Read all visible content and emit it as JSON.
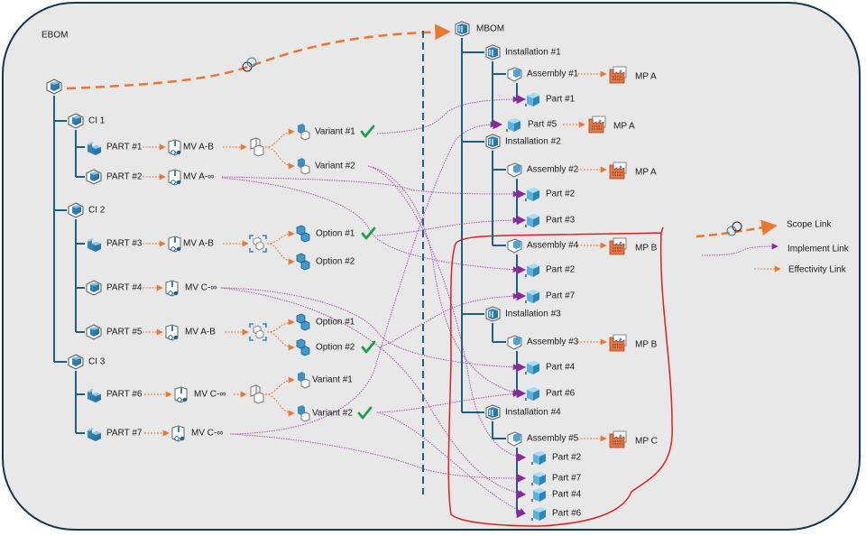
{
  "ebom": {
    "title": "EBOM",
    "root_icon": "product-icon",
    "groups": [
      {
        "label": "CI 1",
        "parts": [
          {
            "label": "PART #1",
            "part_icon": "solid-part-icon",
            "mv_label": "MV A-B",
            "selector": "variant-group-icon",
            "choices": [
              {
                "label": "Variant #1",
                "checked": true
              },
              {
                "label": "Variant #2",
                "checked": false
              }
            ]
          },
          {
            "label": "PART #2",
            "part_icon": "product-icon",
            "mv_label": "MV A-∞",
            "selector": null,
            "choices": []
          }
        ]
      },
      {
        "label": "CI 2",
        "parts": [
          {
            "label": "PART #3",
            "part_icon": "solid-part-icon",
            "mv_label": "MV A-B",
            "selector": "option-group-icon",
            "choices": [
              {
                "label": "Option #1",
                "checked": true
              },
              {
                "label": "Option #2",
                "checked": false
              }
            ]
          },
          {
            "label": "PART #4",
            "part_icon": "product-icon",
            "mv_label": "MV C-∞",
            "selector": null,
            "choices": []
          },
          {
            "label": "PART #5",
            "part_icon": "product-icon",
            "mv_label": "MV A-B",
            "selector": "option-group-icon",
            "choices": [
              {
                "label": "Option #1",
                "checked": false
              },
              {
                "label": "Option #2",
                "checked": true
              }
            ]
          }
        ]
      },
      {
        "label": "CI 3",
        "parts": [
          {
            "label": "PART #6",
            "part_icon": "solid-part-icon",
            "mv_label": "MV C-∞",
            "selector": "variant-group-icon",
            "choices": [
              {
                "label": "Variant #1",
                "checked": false
              },
              {
                "label": "Variant #2",
                "checked": true
              }
            ]
          },
          {
            "label": "PART #7",
            "part_icon": "solid-part-icon",
            "mv_label": "MV C-∞",
            "selector": null,
            "choices": []
          }
        ]
      }
    ]
  },
  "mbom": {
    "title": "MBOM",
    "installations": [
      {
        "label": "Installation #1",
        "items": [
          {
            "type": "assembly",
            "label": "Assembly #1",
            "mp": "MP A",
            "parts": [
              "Part #1"
            ]
          },
          {
            "type": "part",
            "label": "Part #5",
            "mp": "MP A"
          }
        ]
      },
      {
        "label": "Installation #2",
        "items": [
          {
            "type": "assembly",
            "label": "Assembly #2",
            "mp": "MP A",
            "parts": [
              "Part #2",
              "Part #3"
            ]
          },
          {
            "type": "assembly",
            "label": "Assembly #4",
            "mp": "MP B",
            "parts": [
              "Part #2",
              "Part #7"
            ]
          }
        ]
      },
      {
        "label": "Installation #3",
        "items": [
          {
            "type": "assembly",
            "label": "Assembly #3",
            "mp": "MP B",
            "parts": [
              "Part #4",
              "Part #6"
            ]
          }
        ]
      },
      {
        "label": "Installation #4",
        "items": [
          {
            "type": "assembly",
            "label": "Assembly #5",
            "mp": "MP C",
            "parts": [
              "Part #2",
              "Part #7",
              "Part #4",
              "Part #6"
            ]
          }
        ]
      }
    ]
  },
  "legend": {
    "items": [
      {
        "label": "Scope Link",
        "style": "scope"
      },
      {
        "label": "Implement Link",
        "style": "implement"
      },
      {
        "label": "Effectivity Link",
        "style": "effectivity"
      }
    ]
  },
  "colors": {
    "tree_line": "#1f5f82",
    "scope_link": "#e87830",
    "effectivity_link": "#e87830",
    "implement_link": "#b050b8",
    "implement_arrow": "#8a2a9a",
    "highlight_outline": "#e02020",
    "check": "#1aa34a",
    "divider": "#1f5f82",
    "frame_border": "#16384d",
    "background": "#e8e8e8"
  }
}
